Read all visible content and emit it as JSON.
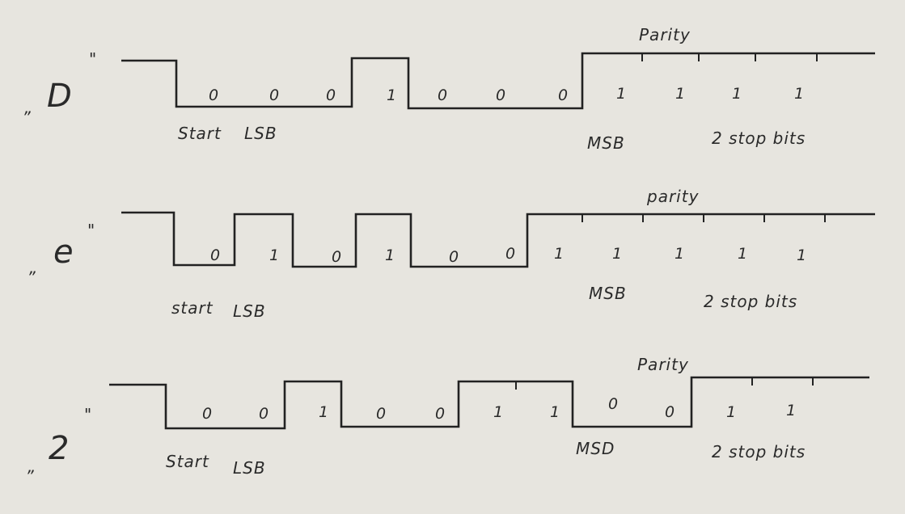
{
  "rows": [
    {
      "name": "D",
      "bits": [
        "0",
        "0",
        "0",
        "1",
        "0",
        "0",
        "0",
        "1",
        "1",
        "1",
        "1"
      ],
      "labels": {
        "start": "Start",
        "lsb": "LSB",
        "msb": "MSB",
        "stop": "2 stop bits",
        "parity": "Parity"
      }
    },
    {
      "name": "e",
      "bits": [
        "0",
        "1",
        "0",
        "1",
        "0",
        "0",
        "1",
        "1",
        "1",
        "1",
        "1"
      ],
      "labels": {
        "start": "start",
        "lsb": "LSB",
        "msb": "MSB",
        "stop": "2 stop bits",
        "parity": "parity"
      }
    },
    {
      "name": "2",
      "bits": [
        "0",
        "0",
        "1",
        "0",
        "0",
        "1",
        "1",
        "0",
        "0",
        "1",
        "1"
      ],
      "labels": {
        "start": "Start",
        "lsb": "LSB",
        "msb": "MSD",
        "stop": "2 stop bits",
        "parity": "Parity"
      }
    }
  ],
  "colors": {
    "ink": "#222222",
    "paper": "#e7e5df"
  }
}
